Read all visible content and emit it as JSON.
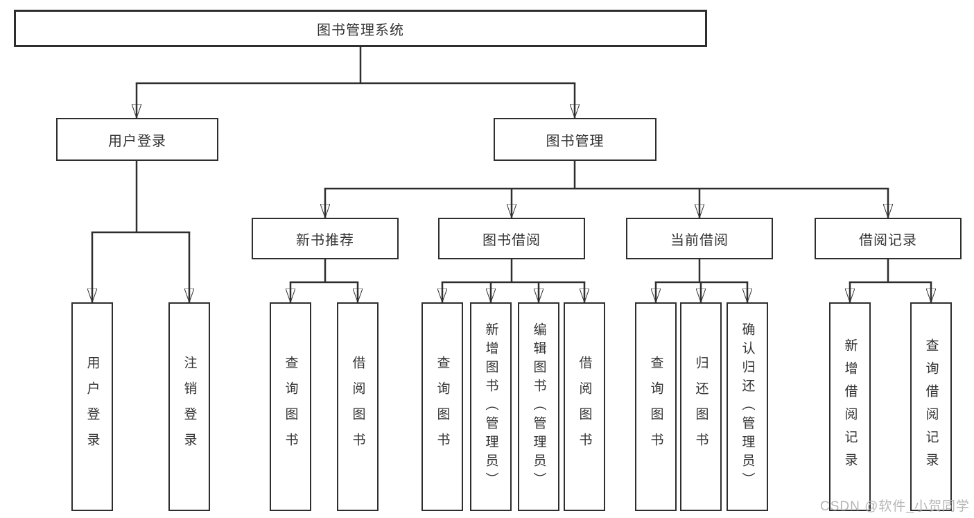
{
  "diagram": {
    "root": {
      "label": "图书管理系统"
    },
    "branches": [
      {
        "label": "用户登录",
        "children": [
          {
            "label": "用户登录"
          },
          {
            "label": "注销登录"
          }
        ]
      },
      {
        "label": "图书管理",
        "children": [
          {
            "label": "新书推荐",
            "children": [
              {
                "label": "查询图书"
              },
              {
                "label": "借阅图书"
              }
            ]
          },
          {
            "label": "图书借阅",
            "children": [
              {
                "label": "查询图书"
              },
              {
                "label": "新增图书（管理员）"
              },
              {
                "label": "编辑图书（管理员）"
              },
              {
                "label": "借阅图书"
              }
            ]
          },
          {
            "label": "当前借阅",
            "children": [
              {
                "label": "查询图书"
              },
              {
                "label": "归还图书"
              },
              {
                "label": "确认归还（管理员）"
              }
            ]
          },
          {
            "label": "借阅记录",
            "children": [
              {
                "label": "新增借阅记录"
              },
              {
                "label": "查询借阅记录"
              }
            ]
          }
        ]
      }
    ]
  },
  "watermark": "CSDN @软件_小贺同学",
  "colors": {
    "line": "#2e2e2e",
    "text": "#333333",
    "background": "#ffffff",
    "watermark": "#b2b2b2"
  }
}
